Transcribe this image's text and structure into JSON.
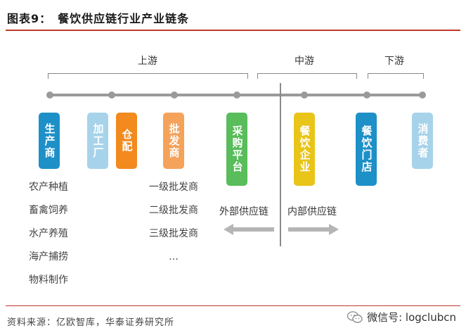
{
  "title": "图表9：　餐饮供应链行业产业链条",
  "segments": {
    "upstream": "上游",
    "midstream": "中游",
    "downstream": "下游"
  },
  "nodes": [
    {
      "label": "生产商",
      "color": "#1e90c8"
    },
    {
      "label": "加工厂",
      "color": "#a6d3ea"
    },
    {
      "label": "仓配",
      "color": "#f28a1e"
    },
    {
      "label": "批发商",
      "color": "#f5a25a"
    },
    {
      "label": "采购平台",
      "color": "#58bd5a"
    },
    {
      "label": "餐饮企业",
      "color": "#e9c419"
    },
    {
      "label": "餐饮门店",
      "color": "#1e90c8"
    },
    {
      "label": "消费者",
      "color": "#a6d3ea"
    }
  ],
  "producer_items": [
    "农产种植",
    "畜禽饲养",
    "水产养殖",
    "海产捕捞",
    "物料制作"
  ],
  "wholesaler_items": [
    "一级批发商",
    "二级批发商",
    "三级批发商",
    "…"
  ],
  "arrows": {
    "external": "外部供应链",
    "internal": "内部供应链"
  },
  "source": "资料来源：亿欧智库，华泰证券研究所",
  "wechat": "微信号: logclubcn"
}
